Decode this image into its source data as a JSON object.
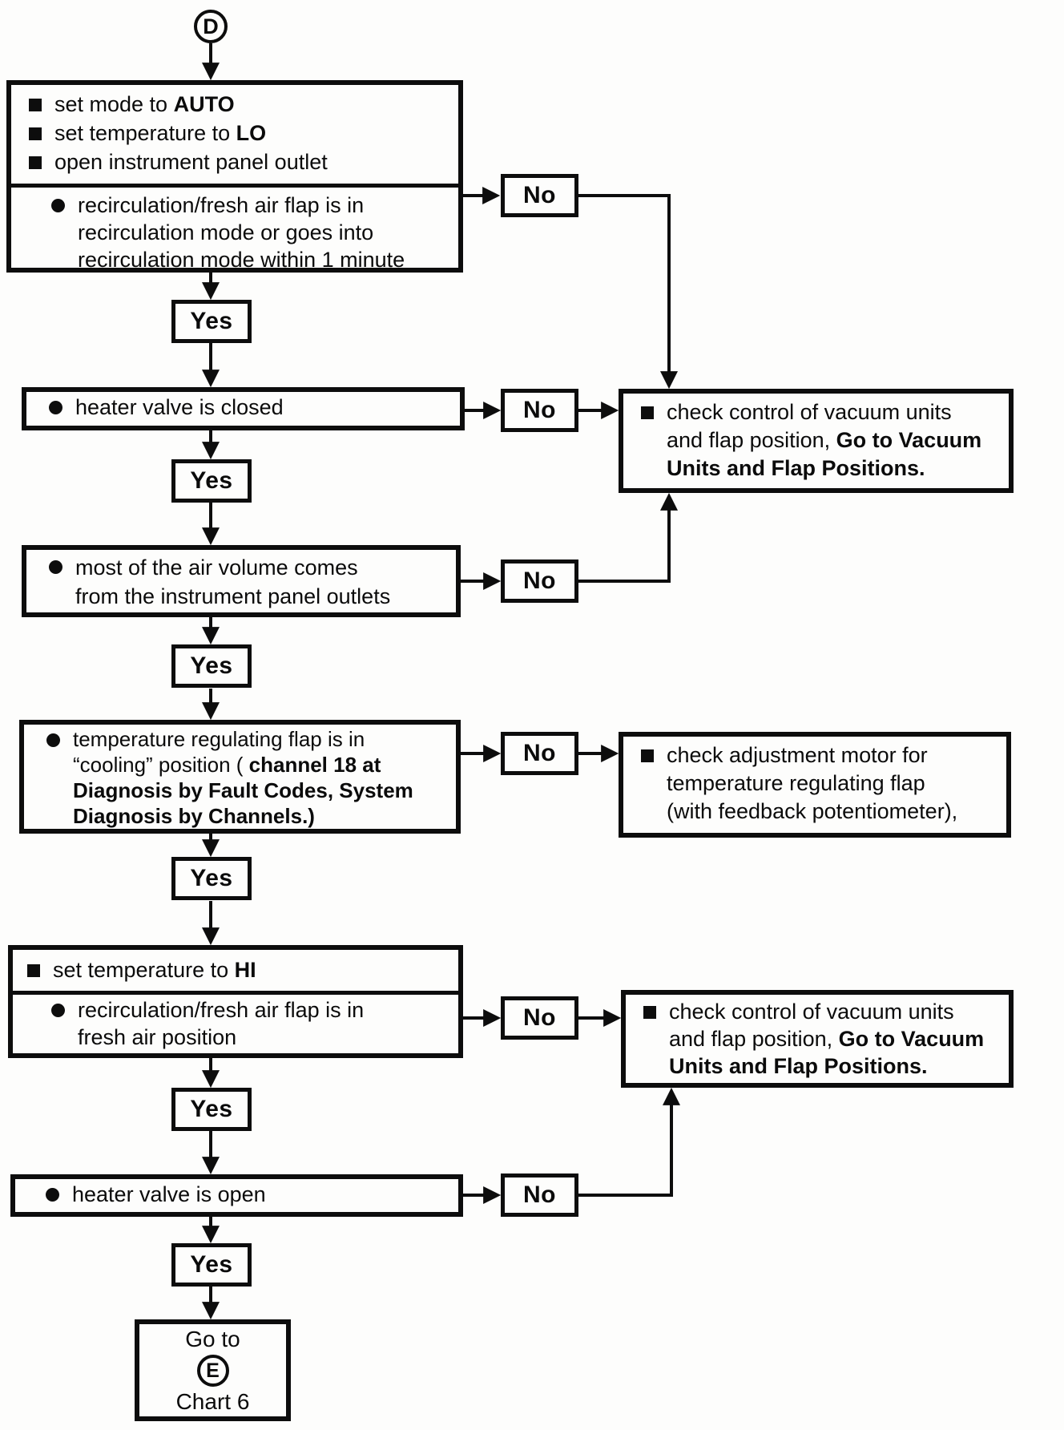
{
  "labels": {
    "yes": "Yes",
    "no": "No"
  },
  "start": {
    "id": "D"
  },
  "step1": {
    "actions": [
      {
        "pre": "set mode to ",
        "bold": "AUTO"
      },
      {
        "pre": "set temperature to ",
        "bold": "LO"
      },
      {
        "pre": "open instrument panel outlet",
        "bold": ""
      }
    ],
    "condition": [
      "recirculation/fresh air flap is in",
      "recirculation mode or goes into",
      "recirculation mode within 1 minute"
    ]
  },
  "step2": {
    "condition": "heater valve is closed"
  },
  "step3": {
    "condition": [
      "most of the air volume comes",
      "from the instrument panel outlets"
    ]
  },
  "step4": {
    "line1": "temperature regulating flap is in",
    "line2_pre": "“cooling” position ( ",
    "line2_bold": "channel 18 at",
    "line3": "Diagnosis by Fault Codes, System",
    "line4": "Diagnosis by Channels.)"
  },
  "step5": {
    "action_pre": "set temperature to ",
    "action_bold": "HI",
    "condition": [
      "recirculation/fresh air flap is in",
      "fresh air position"
    ]
  },
  "step6": {
    "condition": "heater valve is open"
  },
  "result_vacuum_top": {
    "line1": "check control of vacuum units",
    "line2_pre": "and flap position, ",
    "line2_bold": "Go to Vacuum",
    "line3": "Units and Flap Positions."
  },
  "result_motor": {
    "line1": "check adjustment motor for",
    "line2": "temperature regulating flap",
    "line3": "(with feedback potentiometer),"
  },
  "result_vacuum_bottom": {
    "line1": "check control of vacuum units",
    "line2_pre": "and flap position, ",
    "line2_bold": "Go to Vacuum",
    "line3": "Units and Flap Positions."
  },
  "end": {
    "line1": "Go to",
    "badge": "E",
    "line2": "Chart 6"
  }
}
